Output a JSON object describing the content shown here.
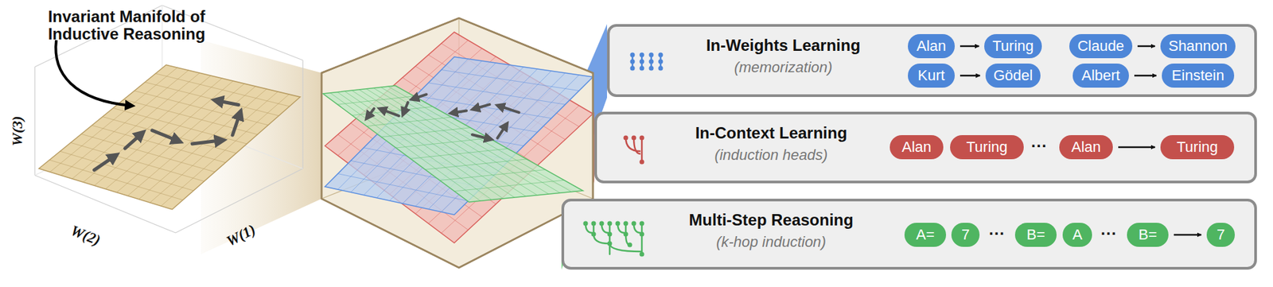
{
  "diagram": {
    "nodes": [
      {
        "text": [
          "In-Weights Learning",
          "(memorization)"
        ]
      },
      {
        "text": [
          "Alan"
        ],
        "in": 0
      },
      {
        "text": [
          "Turing"
        ],
        "in": 0
      },
      {
        "text": [
          "Claude"
        ],
        "in": 0
      },
      {
        "text": [
          "Shannon"
        ],
        "in": 0
      },
      {
        "text": [
          "Kurt"
        ],
        "in": 0
      },
      {
        "text": [
          "Gödel"
        ],
        "in": 0
      },
      {
        "text": [
          "Albert"
        ],
        "in": 0
      },
      {
        "text": [
          "Einstein"
        ],
        "in": 0
      },
      {
        "text": [
          "In-Context Learning",
          "(induction heads)"
        ]
      },
      {
        "text": [
          "Alan"
        ],
        "in": 9
      },
      {
        "text": [
          "Turing"
        ],
        "in": 9
      },
      {
        "text": [
          "Alan"
        ],
        "in": 9
      },
      {
        "text": [
          "Turing"
        ],
        "in": 9
      },
      {
        "text": [
          "Multi-Step Reasoning",
          "(k-hop induction)"
        ]
      },
      {
        "text": [
          "A="
        ],
        "in": 14
      },
      {
        "text": [
          "7"
        ],
        "in": 14
      },
      {
        "text": [
          "B="
        ],
        "in": 14
      },
      {
        "text": [
          "A"
        ],
        "in": 14
      },
      {
        "text": [
          "B="
        ],
        "in": 14
      },
      {
        "text": [
          "7"
        ],
        "in": 14
      }
    ],
    "edges": [
      {
        "from": 1,
        "to": 2,
        "arrow": "to"
      },
      {
        "from": 3,
        "to": 4,
        "arrow": "to"
      },
      {
        "from": 5,
        "to": 6,
        "arrow": "to"
      },
      {
        "from": 7,
        "to": 8,
        "arrow": "to"
      },
      {
        "from": 12,
        "to": 13,
        "arrow": "to"
      },
      {
        "from": 19,
        "to": 20,
        "arrow": "to"
      }
    ],
    "labels": [
      "Invariant Manifold of Inductive Reasoning",
      "W(3)",
      "W(2)",
      "W(1)",
      "···",
      "···",
      "···"
    ]
  }
}
